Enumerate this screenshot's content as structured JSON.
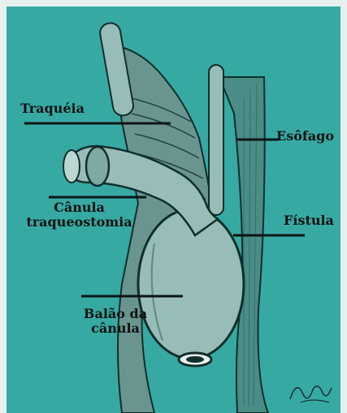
{
  "figure": {
    "colors": {
      "frame": "#e6f0ee",
      "background": "#37a9a3",
      "mucosa_dark": "#1d6f6a",
      "outline": "#0f2f2c",
      "tissue": "#6a958f",
      "balloon": "#98bcb7",
      "leader": "#0d1514"
    },
    "labels": {
      "traqueia": "Traquéia",
      "esofago": "Esôfago",
      "canula": [
        "Cânula",
        "traqueostomia"
      ],
      "fistula": "Fístula",
      "balao": [
        "Balão da",
        "cânula"
      ]
    }
  }
}
